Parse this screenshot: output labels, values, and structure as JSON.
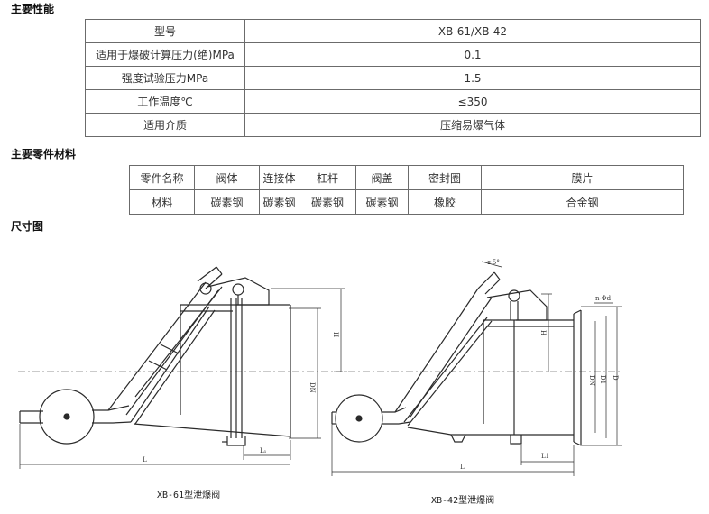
{
  "sections": {
    "performance": "主要性能",
    "materials": "主要零件材料",
    "dimensions": "尺寸图"
  },
  "performance_table": {
    "header": {
      "label": "型号",
      "value": "XB-61/XB-42"
    },
    "rows": [
      {
        "label": "适用于爆破计算压力(绝)MPa",
        "value": "0.1"
      },
      {
        "label": "强度试验压力MPa",
        "value": "1.5"
      },
      {
        "label": "工作温度℃",
        "value": "≤350"
      },
      {
        "label": "适用介质",
        "value": "压缩易爆气体"
      }
    ]
  },
  "materials_table": {
    "header": [
      "零件名称",
      "阀体",
      "连接体",
      "杠杆",
      "阀盖",
      "密封圈",
      "膜片"
    ],
    "row": [
      "材料",
      "碳素钢",
      "碳素钢",
      "碳素钢",
      "碳素钢",
      "橡胶",
      "合金钢"
    ]
  },
  "drawings": {
    "left_caption": "XB-61型泄爆阀",
    "right_caption": "XB-42型泄爆阀",
    "left_labels": {
      "H": "H",
      "DN": "DN",
      "L1": "L₁",
      "L": "L"
    },
    "right_labels": {
      "angle": "≥5°",
      "bolts": "n-Φd",
      "H": "H",
      "DN": "DN",
      "D1": "D1",
      "D": "D",
      "L1": "L1",
      "L": "L"
    }
  }
}
